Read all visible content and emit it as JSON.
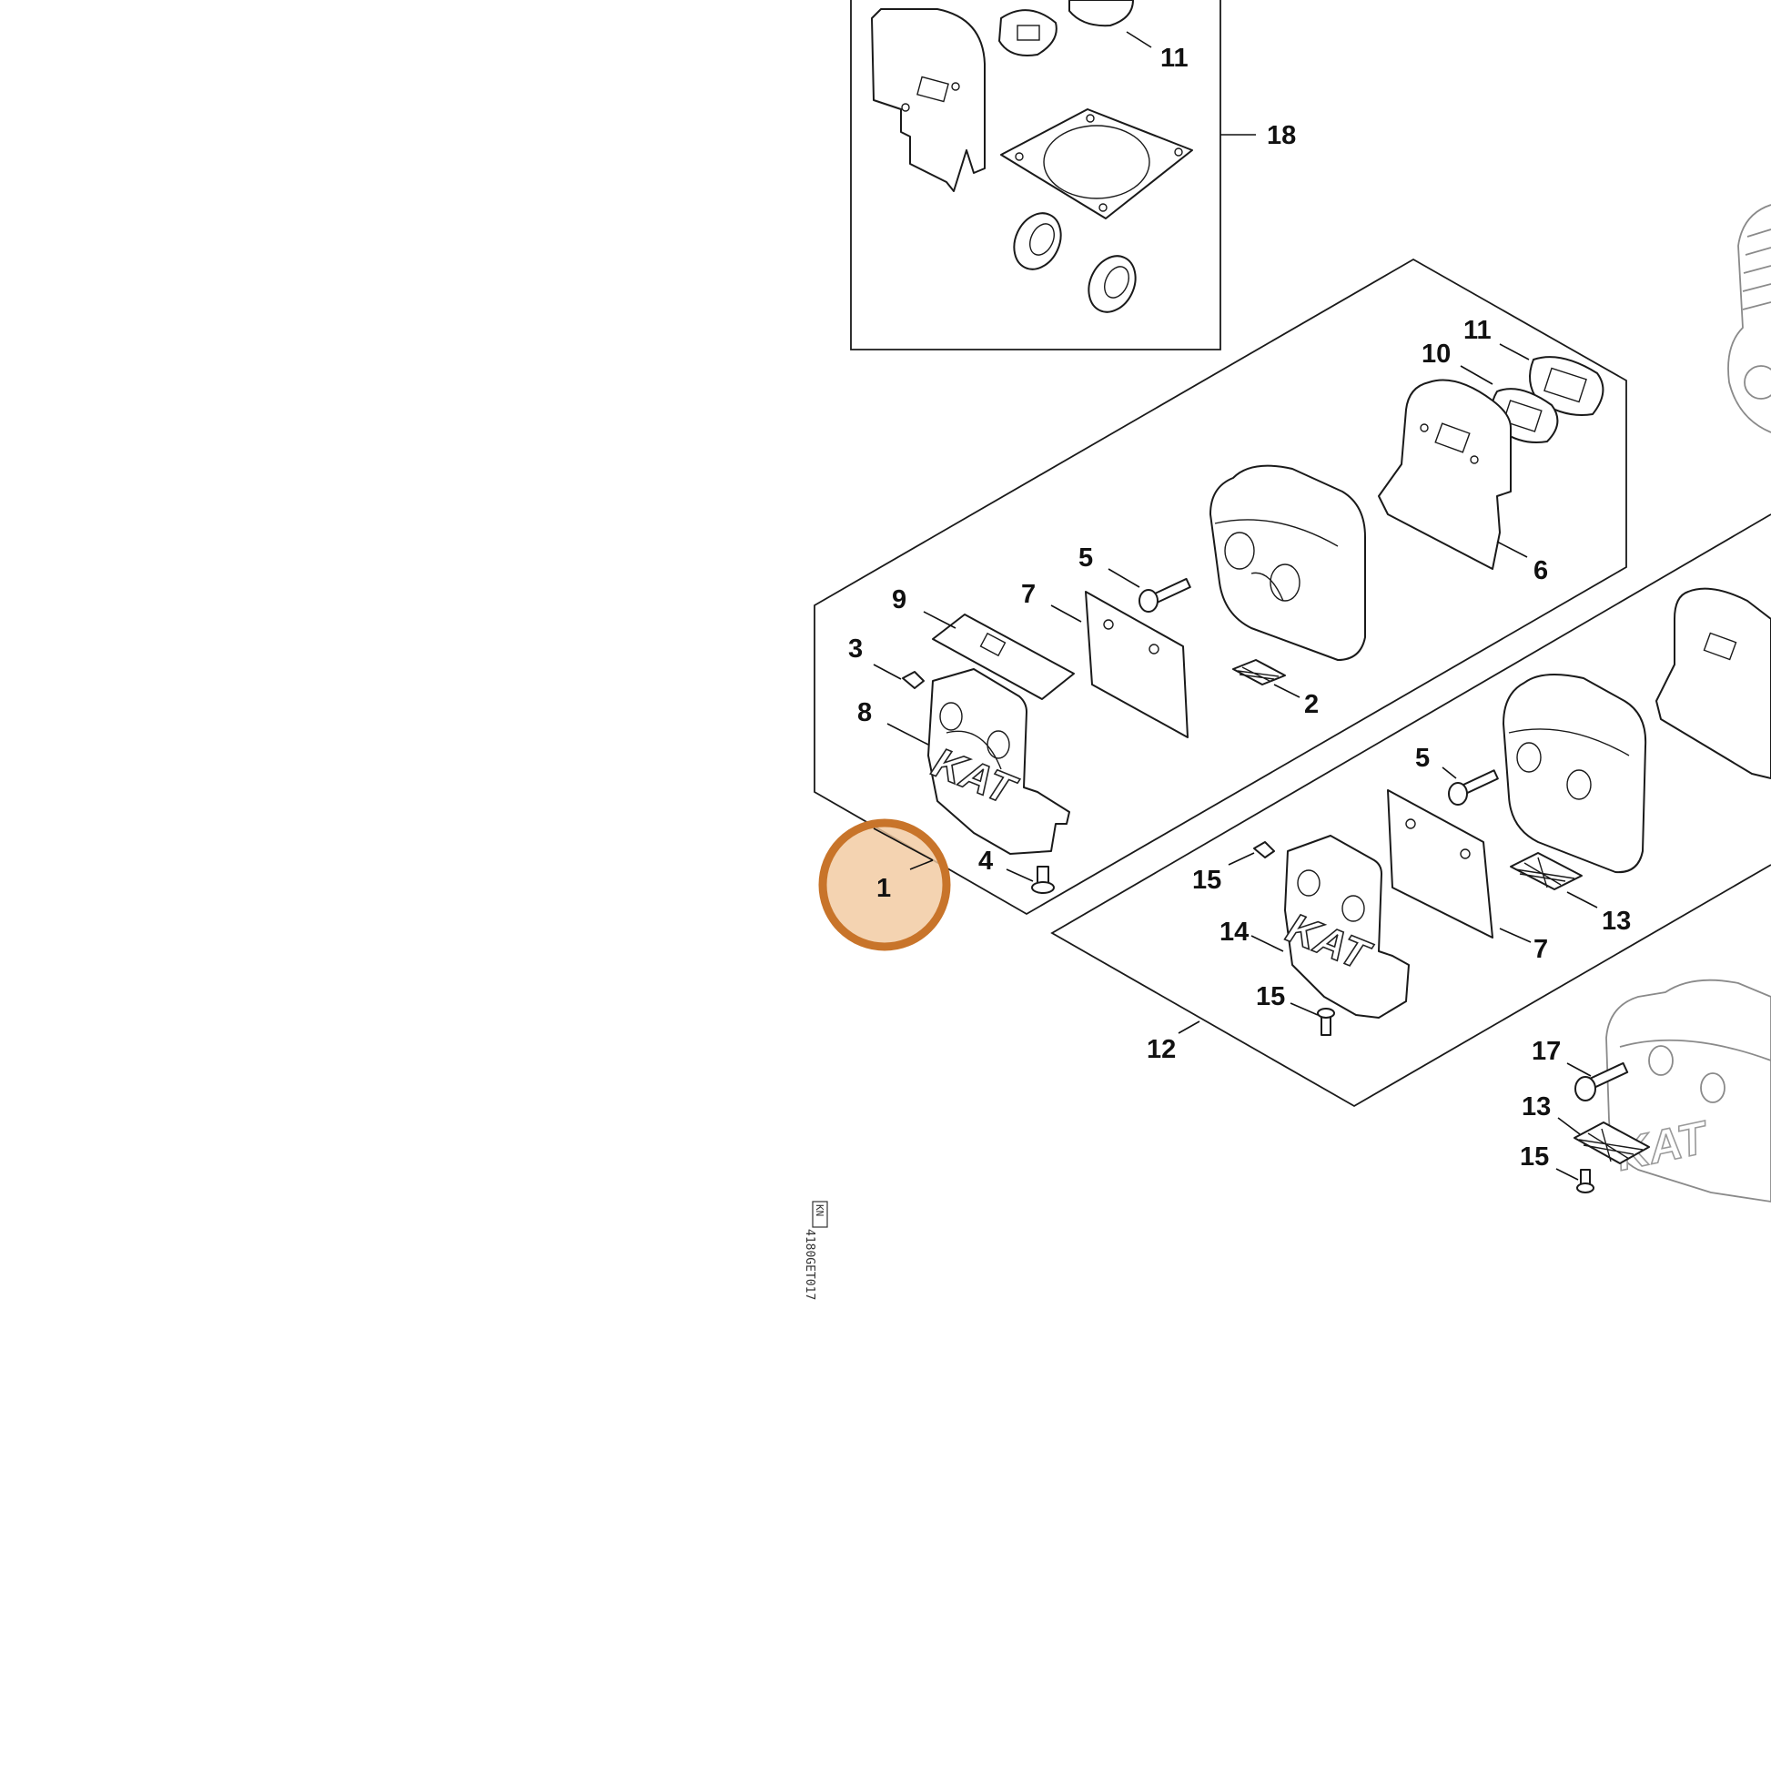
{
  "diagram": {
    "callouts": {
      "top_11": "11",
      "top_18": "18",
      "kit1_11": "11",
      "kit1_10": "10",
      "kit1_6": "6",
      "kit1_5": "5",
      "kit1_9": "9",
      "kit1_7": "7",
      "kit1_3": "3",
      "kit1_2": "2",
      "kit1_8": "8",
      "kit1_4": "4",
      "selected_1": "1",
      "kit2_5": "5",
      "kit2_15a": "15",
      "kit2_13": "13",
      "kit2_14": "14",
      "kit2_7": "7",
      "kit2_15b": "15",
      "kit2_12": "12",
      "loose_17": "17",
      "loose_13": "13",
      "loose_15": "15"
    },
    "part_markings": {
      "kat_1": "KAT",
      "kat_2": "KAT",
      "kat_3": "KAT"
    },
    "drawing_code": "4180GET017",
    "drawing_tag": "KN"
  },
  "colors": {
    "highlight_fill": "#f2c9a0",
    "highlight_ring": "#c8742a",
    "line": "#1a1a1a",
    "background": "#ffffff"
  }
}
